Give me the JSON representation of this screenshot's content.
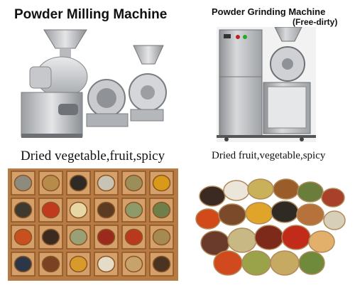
{
  "left_panel": {
    "title": "Powder Milling Machine",
    "caption": "Dried vegetable,fruit,spicy"
  },
  "right_panel": {
    "title": "Powder Grinding Machine",
    "subtitle": "(Free-dirty)",
    "caption": "Dried fruit,vegetable,spicy"
  },
  "colors": {
    "steel_light": "#d9dadc",
    "steel_dark": "#8d9094",
    "wood_tray": "#c98a4c",
    "background": "#ffffff"
  }
}
